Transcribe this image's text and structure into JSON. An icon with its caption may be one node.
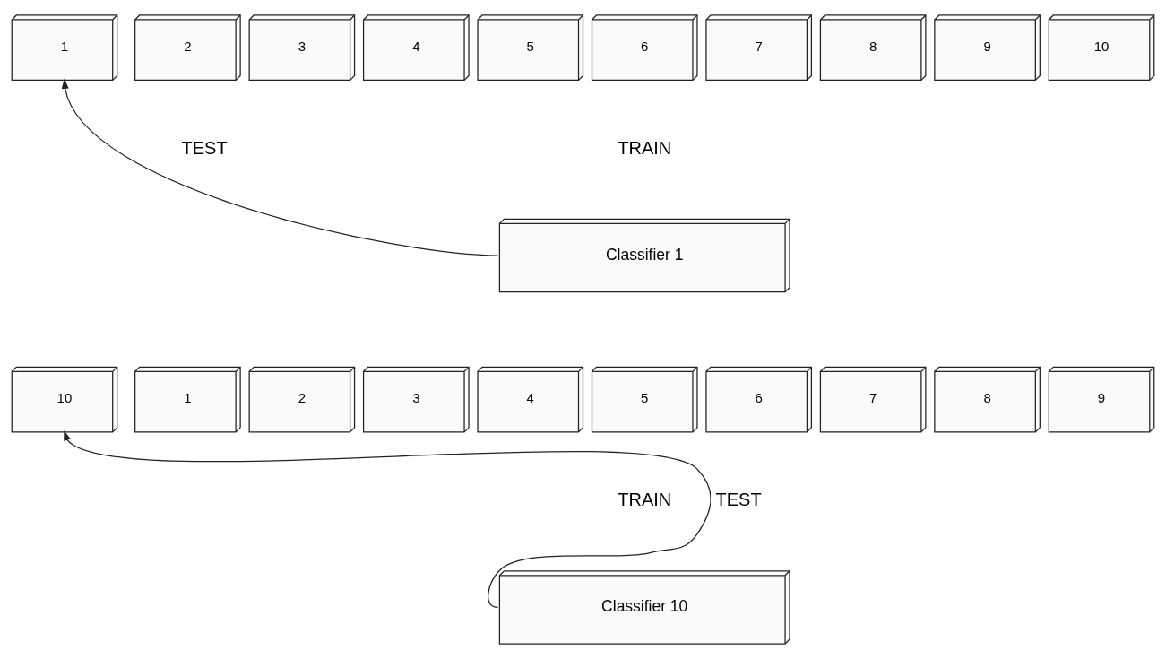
{
  "diagram": {
    "nodes": [
      {
        "text": [
          "1"
        ]
      },
      {
        "text": [
          "2"
        ]
      },
      {
        "text": [
          "3"
        ]
      },
      {
        "text": [
          "4"
        ]
      },
      {
        "text": [
          "5"
        ]
      },
      {
        "text": [
          "6"
        ]
      },
      {
        "text": [
          "7"
        ]
      },
      {
        "text": [
          "8"
        ]
      },
      {
        "text": [
          "9"
        ]
      },
      {
        "text": [
          "10"
        ]
      },
      {
        "text": [
          "Classifier 1"
        ]
      },
      {
        "text": [
          "10"
        ]
      },
      {
        "text": [
          "1"
        ]
      },
      {
        "text": [
          "2"
        ]
      },
      {
        "text": [
          "3"
        ]
      },
      {
        "text": [
          "4"
        ]
      },
      {
        "text": [
          "5"
        ]
      },
      {
        "text": [
          "6"
        ]
      },
      {
        "text": [
          "7"
        ]
      },
      {
        "text": [
          "8"
        ]
      },
      {
        "text": [
          "9"
        ]
      },
      {
        "text": [
          "Classifier 10"
        ]
      }
    ],
    "edges": [
      {
        "from": 10,
        "to": 0,
        "arrow": "to",
        "label": "TEST"
      },
      {
        "from": 21,
        "to": 11,
        "arrow": "to",
        "label": "TEST"
      }
    ],
    "labels": [
      "TRAIN",
      "TRAIN"
    ]
  }
}
